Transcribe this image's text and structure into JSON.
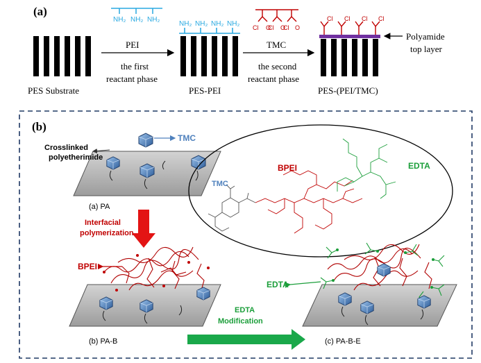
{
  "panel_a": {
    "label": "(a)",
    "substrate_label": "PES Substrate",
    "pei_monomer": {
      "groups": [
        "NH₂",
        "NH₂",
        "NH₂"
      ]
    },
    "arrow1": {
      "top": "PEI",
      "bottom_line1": "the first",
      "bottom_line2": "reactant  phase"
    },
    "pes_pei": {
      "label": "PES-PEI",
      "groups": [
        "NH₂",
        "NH₂",
        "NH₂",
        "NH₂"
      ]
    },
    "tmc_monomer": {
      "cl": [
        "Cl",
        "Cl",
        "Cl"
      ],
      "o": [
        "O",
        "O",
        "O"
      ]
    },
    "arrow2": {
      "top": "TMC",
      "bottom_line1": "the second",
      "bottom_line2": "reactant  phase"
    },
    "pes_pei_tmc": {
      "label": "PES-(PEI/TMC)",
      "cl": [
        "Cl",
        "Cl",
        "Cl",
        "Cl"
      ]
    },
    "polyamide_line1": "Polyamide",
    "polyamide_line2": "top layer",
    "colors": {
      "pei": "#29a9e1",
      "tmc": "#c00000",
      "polyamide": "#7030a0"
    }
  },
  "panel_b": {
    "label": "(b)",
    "tmc_callout": "TMC",
    "crosslinked_line1": "Crosslinked",
    "crosslinked_line2": "polyetherimide",
    "sub_a": "(a)  PA",
    "interfacial_line1": "Interfacial",
    "interfacial_line2": "polymerization",
    "bpei_callout": "BPEI",
    "sub_b": "(b)  PA-B",
    "edta_mod_line1": "EDTA",
    "edta_mod_line2": "Modification",
    "sub_c": "(c)  PA-B-E",
    "edta_callout": "EDTA",
    "ellipse": {
      "tmc": "TMC",
      "bpei": "BPEI",
      "edta": "EDTA"
    },
    "colors": {
      "tmc": "#4f81bd",
      "bpei": "#c00000",
      "edta": "#1b9e3a",
      "dashed": "#1f3864"
    }
  }
}
